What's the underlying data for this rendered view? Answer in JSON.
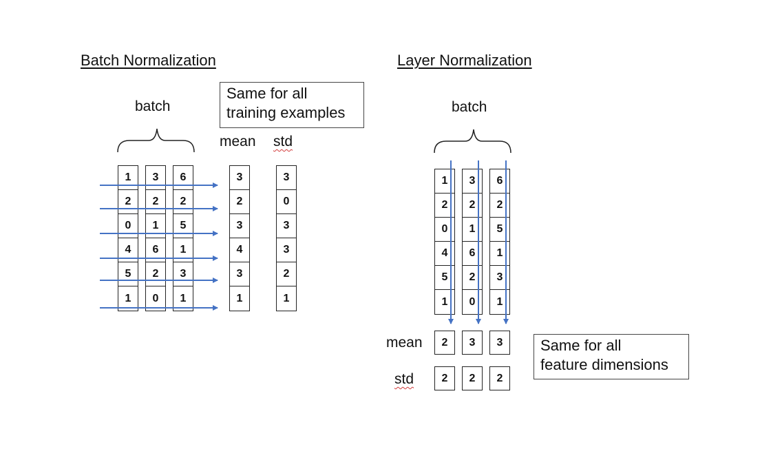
{
  "batch_norm": {
    "title": "Batch Normalization",
    "batch_label": "batch",
    "note_line1": "Same for all",
    "note_line2": "training examples",
    "mean_label": "mean",
    "std_label": "std",
    "columns": [
      [
        "1",
        "2",
        "0",
        "4",
        "5",
        "1"
      ],
      [
        "3",
        "2",
        "1",
        "6",
        "2",
        "0"
      ],
      [
        "6",
        "2",
        "5",
        "1",
        "3",
        "1"
      ]
    ],
    "mean": [
      "3",
      "2",
      "3",
      "4",
      "3",
      "1"
    ],
    "std": [
      "3",
      "0",
      "3",
      "3",
      "2",
      "1"
    ]
  },
  "layer_norm": {
    "title": "Layer Normalization",
    "batch_label": "batch",
    "note_line1": "Same for all",
    "note_line2": "feature dimensions",
    "mean_label": "mean",
    "std_label": "std",
    "columns": [
      [
        "1",
        "2",
        "0",
        "4",
        "5",
        "1"
      ],
      [
        "3",
        "2",
        "1",
        "6",
        "2",
        "0"
      ],
      [
        "6",
        "2",
        "5",
        "1",
        "3",
        "1"
      ]
    ],
    "mean": [
      "2",
      "3",
      "3"
    ],
    "std": [
      "2",
      "2",
      "2"
    ]
  },
  "colors": {
    "arrow": "#4472c4",
    "border": "#222222"
  }
}
